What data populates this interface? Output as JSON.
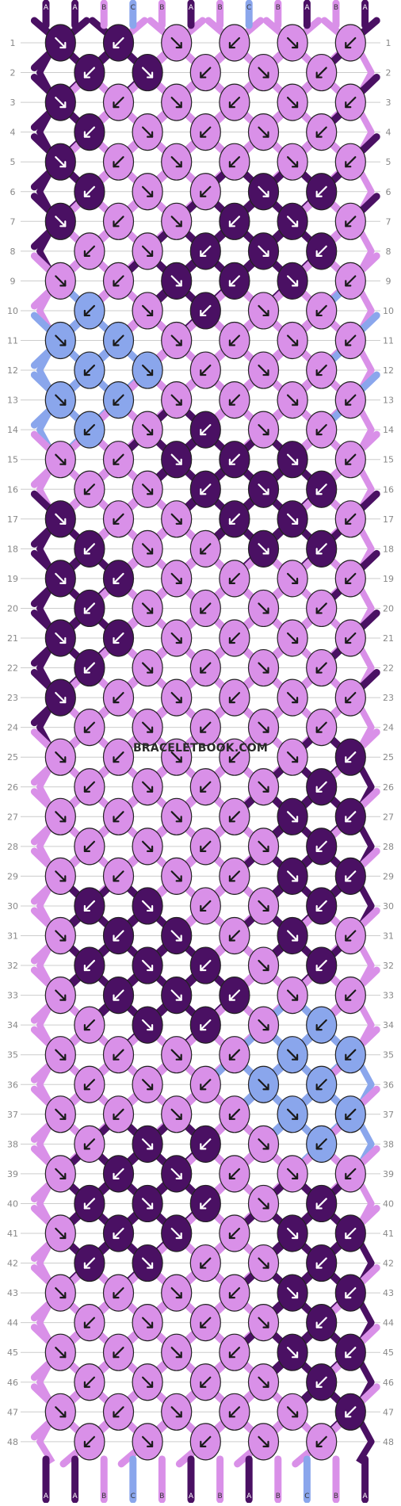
{
  "watermark": "BRACELETBOOK.COM",
  "row_numbers": [
    1,
    2,
    3,
    4,
    5,
    6,
    7,
    8,
    9,
    10,
    11,
    12,
    13,
    14,
    15,
    16,
    17,
    18,
    19,
    20,
    21,
    22,
    23,
    24,
    25,
    26,
    27,
    28,
    29,
    30,
    31,
    32,
    33,
    34,
    35,
    36,
    37,
    38,
    39,
    40,
    41,
    42,
    43,
    44,
    45,
    46,
    47,
    48
  ],
  "strings": {
    "top_labels": [
      "A",
      "A",
      "B",
      "C",
      "B",
      "A",
      "B",
      "C",
      "B",
      "A",
      "B",
      "A"
    ],
    "bottom_labels": [
      "A",
      "A",
      "B",
      "C",
      "B",
      "A",
      "B",
      "A",
      "B",
      "C",
      "B",
      "A"
    ]
  },
  "colors": {
    "A": "#4a1063",
    "B": "#d990e8",
    "C": "#8aa6ec",
    "knot_outline": "#222222",
    "row_line": "#cccccc",
    "row_number": "#888888"
  },
  "pattern": {
    "type": "normal-friendship-bracelet",
    "strings": 12,
    "rows": 48,
    "knot_colors": [
      "AABBBB",
      "AABBB",
      "ABBBBB",
      "ABBBB",
      "ABBBBB",
      "ABBAA",
      "ABBAAB",
      "BBAAA",
      "BBAAAB",
      "CBABB",
      "CCBBBB",
      "CCBBB",
      "CCBBBB",
      "CBABB",
      "BBAAAB",
      "BBAAA",
      "ABBAAB",
      "ABBAA",
      "AABBBB",
      "ABBBB",
      "AABBBB",
      "ABBBB",
      "ABBBBB",
      "BBBBB",
      "BBBBBA",
      "BBBBA",
      "BBBBAA",
      "BBBBA",
      "BBBBAA",
      "AABBA",
      "BAABAB",
      "AAABA",
      "BAAABB",
      "BAABC",
      "BBBBCC",
      "BBBCC",
      "BBBBCC",
      "BAABC",
      "BAABBB",
      "AAABA",
      "BAABAA",
      "AABBA",
      "BBBBAA",
      "BBBBA",
      "BBBBAA",
      "BBBBA",
      "BBBBBA",
      "BBBBB"
    ]
  }
}
